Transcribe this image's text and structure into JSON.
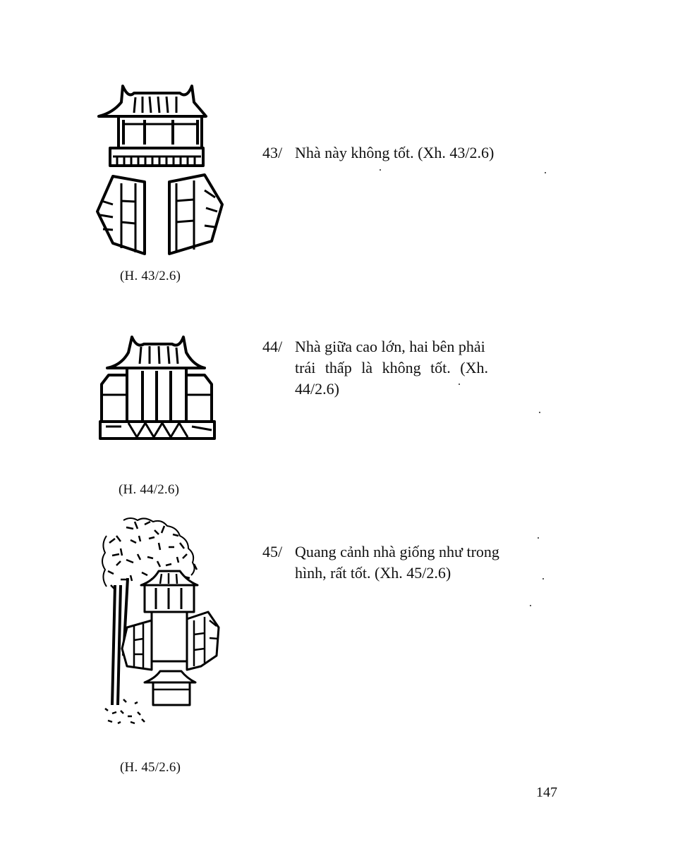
{
  "figures": [
    {
      "caption": "(H. 43/2.6)"
    },
    {
      "caption": "(H. 44/2.6)"
    },
    {
      "caption": "(H. 45/2.6)"
    }
  ],
  "entries": [
    {
      "number": "43/",
      "lines": [
        "Nhà này không tốt. (Xh. 43/2.6)"
      ]
    },
    {
      "number": "44/",
      "lines": [
        "Nhà giữa cao lớn, hai bên phải",
        "trái thấp là không tốt. (Xh.",
        "44/2.6)"
      ]
    },
    {
      "number": "45/",
      "lines": [
        "Quang cảnh nhà giống như trong",
        "hình, rất tốt. (Xh. 45/2.6)"
      ]
    }
  ],
  "page_number": "147"
}
